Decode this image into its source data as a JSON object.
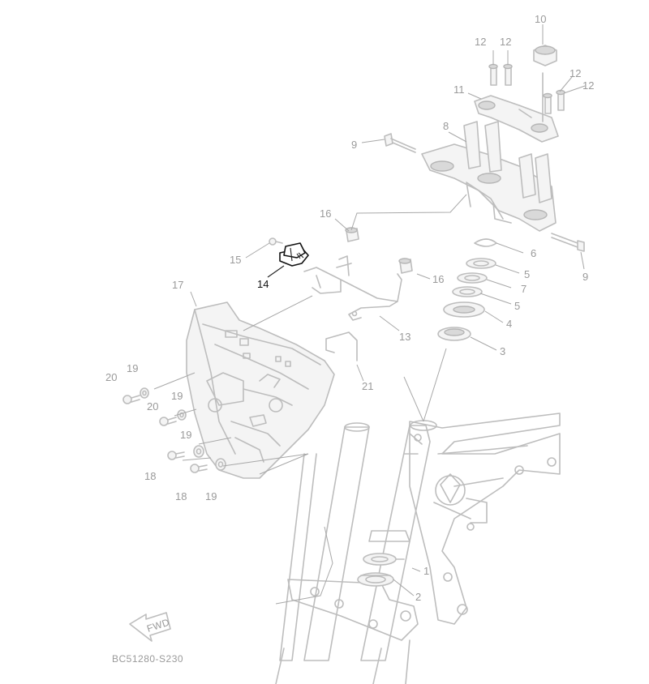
{
  "diagram": {
    "drawing_code": "BC51280-S230",
    "fwd_label": "FWD",
    "highlighted_part": "14",
    "callouts": {
      "c1": "1",
      "c2": "2",
      "c3": "3",
      "c4": "4",
      "c5a": "5",
      "c5b": "5",
      "c6": "6",
      "c7": "7",
      "c8": "8",
      "c9a": "9",
      "c9b": "9",
      "c10": "10",
      "c11": "11",
      "c12a": "12",
      "c12b": "12",
      "c12c": "12",
      "c12d": "12",
      "c13": "13",
      "c14": "14",
      "c15": "15",
      "c16a": "16",
      "c16b": "16",
      "c17": "17",
      "c18a": "18",
      "c18b": "18",
      "c19a": "19",
      "c19b": "19",
      "c19c": "19",
      "c19d": "19",
      "c20a": "20",
      "c20b": "20",
      "c21": "21"
    }
  }
}
